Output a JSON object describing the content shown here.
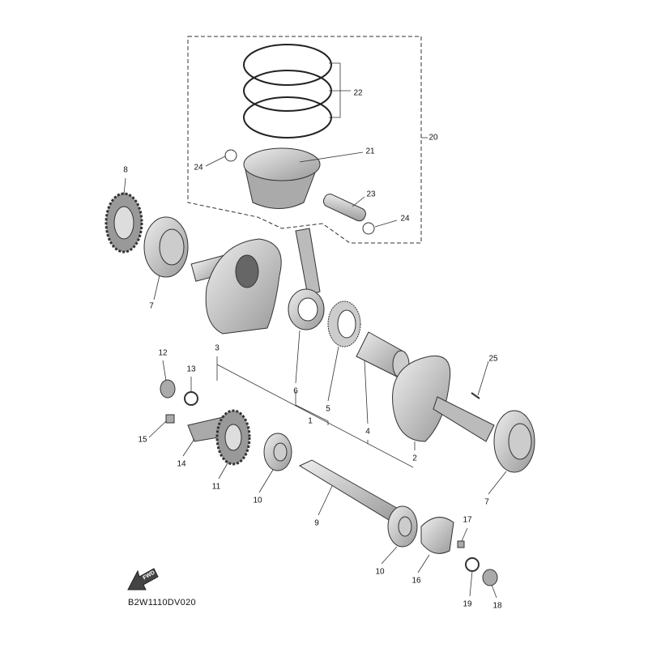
{
  "diagram_code": "B2W1110DV020",
  "fwd_label": "FWD",
  "callouts": [
    "22",
    "21",
    "20",
    "24",
    "23",
    "24",
    "8",
    "7",
    "3",
    "6",
    "5",
    "4",
    "12",
    "13",
    "15",
    "14",
    "11",
    "10",
    "9",
    "1",
    "2",
    "25",
    "7",
    "17",
    "10",
    "16",
    "19",
    "18"
  ]
}
